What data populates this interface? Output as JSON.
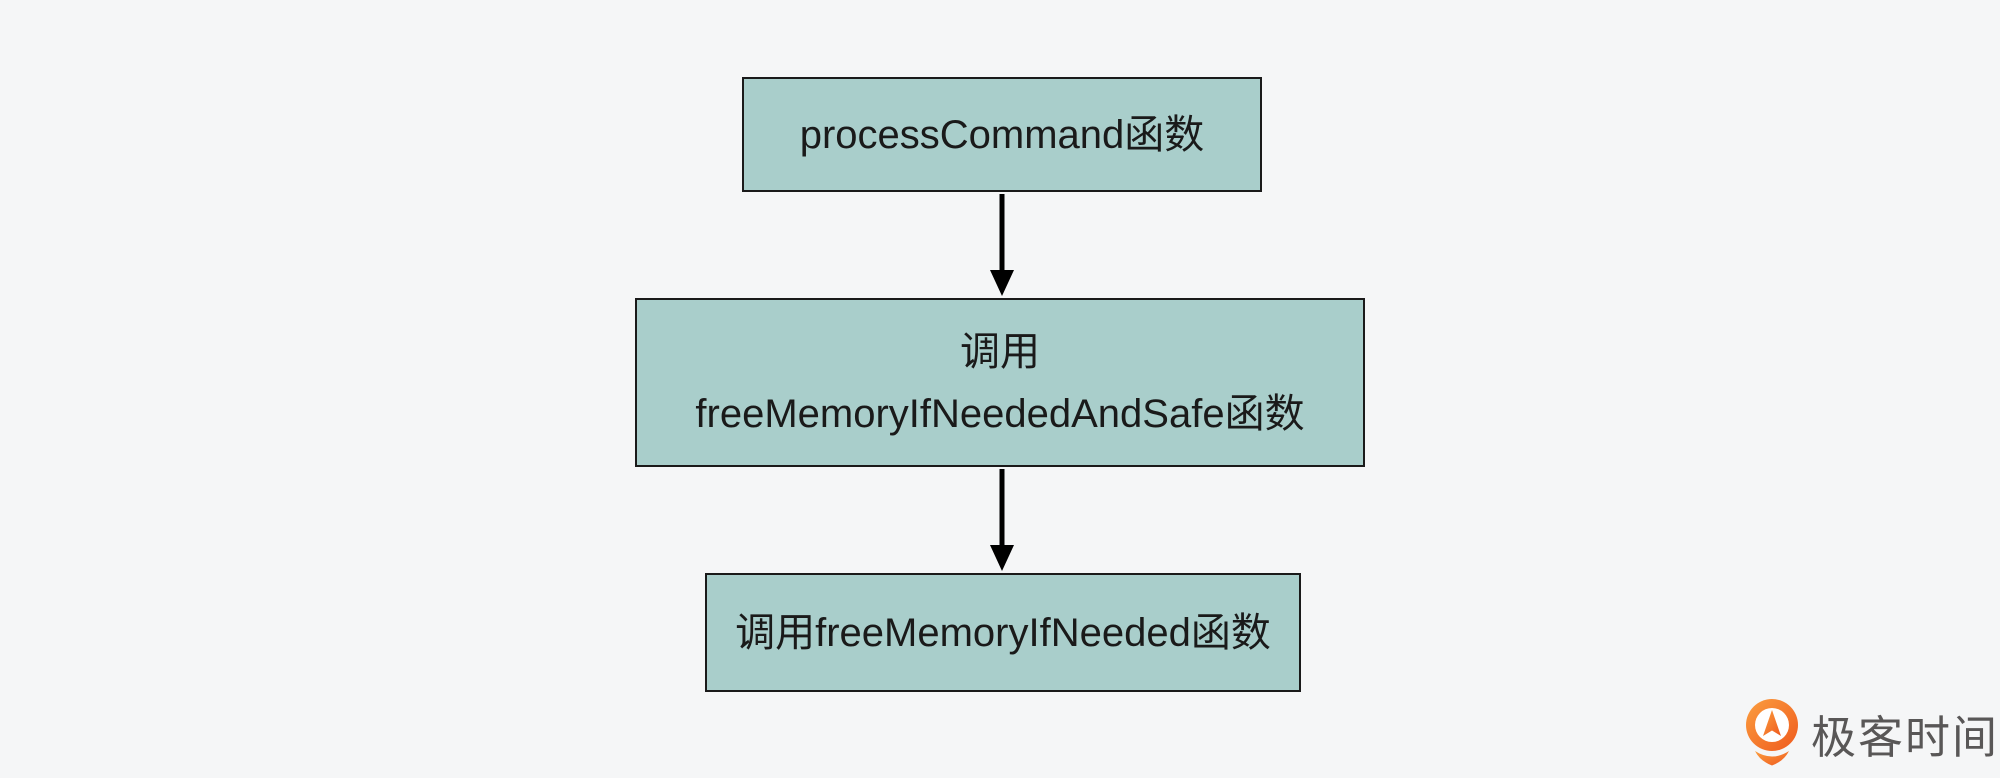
{
  "canvas": {
    "background_color": "#f5f6f7"
  },
  "diagram": {
    "type": "flowchart",
    "node_fill_color": "#a9cecb",
    "node_border_color": "#1a1a1a",
    "node_text_color": "#1a1a1a",
    "arrow_color": "#000000",
    "nodes": [
      {
        "id": "process-command",
        "lines": [
          "processCommand函数"
        ]
      },
      {
        "id": "free-memory-if-needed-and-safe",
        "lines": [
          "调用",
          "freeMemoryIfNeededAndSafe函数"
        ]
      },
      {
        "id": "free-memory-if-needed",
        "lines": [
          "调用freeMemoryIfNeeded函数"
        ]
      }
    ],
    "edges": [
      {
        "from": "process-command",
        "to": "free-memory-if-needed-and-safe"
      },
      {
        "from": "free-memory-if-needed-and-safe",
        "to": "free-memory-if-needed"
      }
    ]
  },
  "branding": {
    "logo_text": "极客时间",
    "logo_text_color": "#595757",
    "logo_orange_light": "#fb9e3f",
    "logo_orange_dark": "#ef5a1e"
  }
}
